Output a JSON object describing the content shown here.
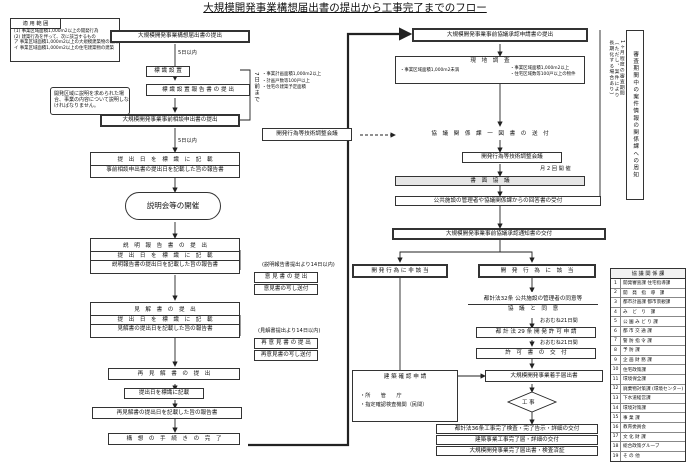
{
  "title": "大規模開発事業構想届出書の提出から工事完了までのフロー",
  "legend": {
    "heading": "適 用 範 囲",
    "items": [
      "(1) 事業区域面積1,000m2以上の開発行為",
      "(2) 建築行為を伴って、次に該当するもの",
      "  ア 事業区域面積1,000m2以上の大規模建築物の建築",
      "  イ 事業区域面積1,000m2以上の住宅建築物の建築"
    ]
  },
  "left_flow": {
    "submit_concept": "大規模開発事業構想届出書の提出",
    "within_5_days_1": "5日以内",
    "sign_install": "標 識 設 置",
    "sign_report": "標 識 設 置 報 告 書 の 提 出",
    "days_7": "7日前まで",
    "note_explain": "開発区域に説明を求められた場合、事業の内容について説明しなければなりません。",
    "submit_prior_plan": "大規模開発事業事前相談申出書の提出",
    "within_5_days_2": "5日以内",
    "posting_1": [
      "提　出　日　を　標　識　に　記　載",
      "事前相談申出書の提出日を記載した旨の報告書"
    ],
    "briefing": "説明会等の開催",
    "briefing_reports": [
      "説　明　報　告　書　の　提　出",
      "提　出　日　を　標　識　に　記　載",
      "説明報告書の提出日を記載した旨の報告書"
    ],
    "within_14_days_1": "(説明報告書提出より14日以内)",
    "opinion_submit": "意 見 書 の 提 出",
    "opinion_copy": "意見書の写し送付",
    "view_reports": [
      "見　解　書　の　提　出",
      "提　出　日　を　標　識　に　記　載",
      "見解書の提出日を記載した旨の報告書"
    ],
    "within_14_days_2": "(見解書提出より14日以内)",
    "re_opinion_submit": "再 意 見 書 の 提 出",
    "re_opinion_copy": "再意見書の写し送付",
    "re_view_submit": "再　見　解　書　の　提　出",
    "posting_3": "提出日を標識に記載",
    "re_view_report": "再見解書の提出日を記載した旨の報告書",
    "concept_complete": "構　想　の　手　続　き　の　完　了"
  },
  "mid_items": {
    "conditions": [
      "・事業計画面積1,000m2以上",
      "・計画戸数等100戸以上",
      "・住宅の建築予定面積"
    ],
    "coord_meeting": "開発行為等技術調整会議"
  },
  "right_flow": {
    "submit_consult": "大規模開発事業事前協議承認申請書の提出",
    "survey": "現　地　調　査",
    "cond_left": "・事業区域面積1,000m2未満",
    "cond_right": [
      "・事業区域面積1,000m2以上",
      "・住宅区域数等100戸以上の物件"
    ],
    "consult_doc": "協　議　関　係　課　一　図　書　の　送　付",
    "coord_meeting2": "開発行為等技術調整会議",
    "monthly": "月 2 回 開 催",
    "written_consult": "書　面　協　議",
    "public_answer": "公共施設の管理者や協議関係課からの回答書の受付",
    "approval_notice": "大規模開発事業事前協議承認通知書の交付",
    "side_vertical": "1ヶ月程度の審査期間（ただし、案件により長期化する場合あり）",
    "side_vertical2": "審査期間中の案件情報の関係課への周知",
    "not_dev": "開 発 行 為 に 非 該 当",
    "is_dev": "開　発　行　為　に　該　当",
    "art32": "都計法32条 公共施設の管理者の同意等",
    "art32b": "協　議　と　同　意",
    "within21_1": "おおむね21日間",
    "art29": "都 計 法 29 条 開 発 許 可 申 請",
    "within21_2": "おおむね21日間",
    "permit": "許　可　書　の　交　付",
    "bldg_review": "建 築 確 認 申 請",
    "bldg_items": [
      "・所　　管　　庁",
      "・指定確認検査機関（民間）"
    ],
    "start_notice": "大規模開発事業着手届出書",
    "construction": "工 事",
    "art36": "都計法36条工事完了検査・完了告示・詳細の交付",
    "complete_report": "建築事業工事完了届・詳細の交付",
    "complete_report2": "大規模開発事業完了届出書・検査済証"
  },
  "dept_table": {
    "heading": "協 議 関 係 課",
    "rows": [
      {
        "no": "1",
        "name": "開発審査課 住宅指導課"
      },
      {
        "no": "2",
        "name": "開　発　指　導　課"
      },
      {
        "no": "3",
        "name": "都市計画課 都市景観課"
      },
      {
        "no": "4",
        "name": "み　ど　り　課"
      },
      {
        "no": "5",
        "name": "公 園 み ど り 課"
      },
      {
        "no": "6",
        "name": "都 市 交 通 課"
      },
      {
        "no": "7",
        "name": "警 防 指 令 課"
      },
      {
        "no": "8",
        "name": "予 防 課"
      },
      {
        "no": "9",
        "name": "企 画 財 務 課"
      },
      {
        "no": "10",
        "name": "住宅政策課"
      },
      {
        "no": "11",
        "name": "環境保全課"
      },
      {
        "no": "12",
        "name": "廃棄物対策課 (環境センター)"
      },
      {
        "no": "13",
        "name": "下水道経営課"
      },
      {
        "no": "14",
        "name": "環境対策課"
      },
      {
        "no": "15",
        "name": "事 業 課"
      },
      {
        "no": "16",
        "name": "教育委員会"
      },
      {
        "no": "17",
        "name": "文 化 財 課"
      },
      {
        "no": "18",
        "name": "総合政策グループ"
      },
      {
        "no": "19",
        "name": "そ の 他"
      }
    ]
  }
}
